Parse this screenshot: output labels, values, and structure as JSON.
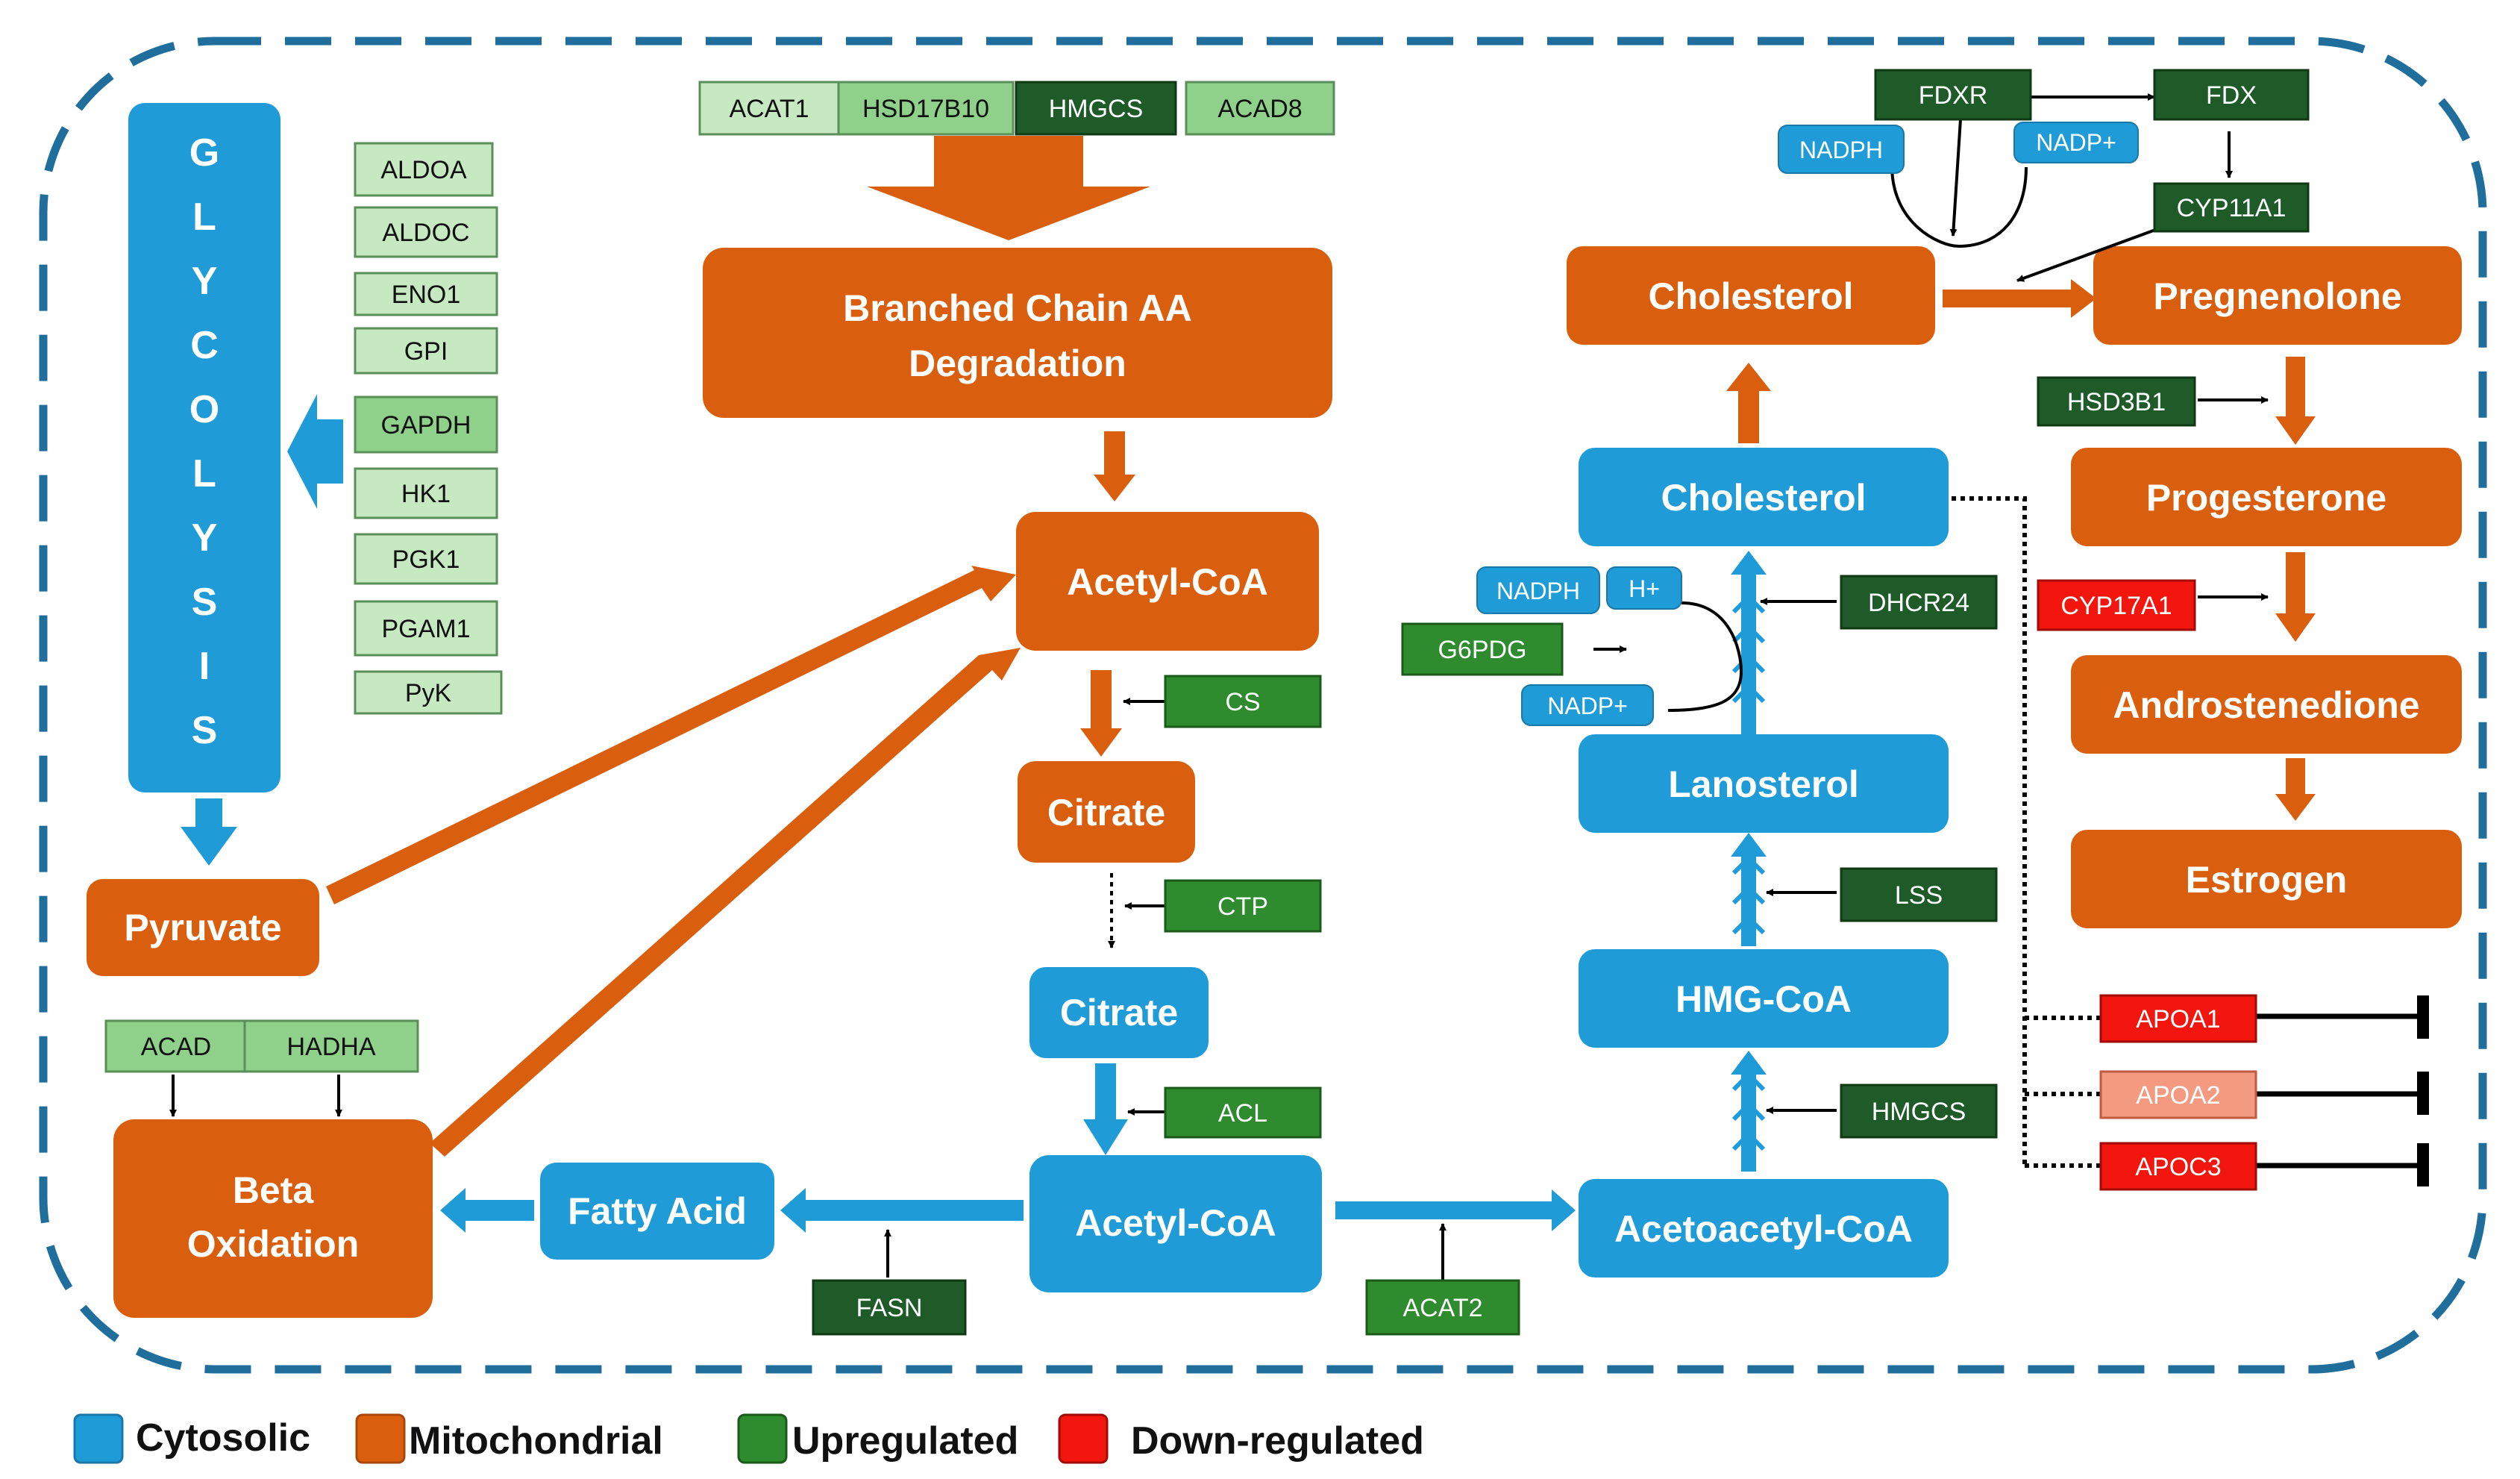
{
  "colors": {
    "cytosolic": "#1f9bd7",
    "mitochondrial": "#d95f0e",
    "enzyme_light": "#c6e9c2",
    "enzyme_mid": "#8fd08a",
    "enzyme_up": "#2e8b2e",
    "enzyme_dark": "#1e5b28",
    "down_strong": "#f2160f",
    "down_mid": "#f25c3a",
    "down_light": "#f49a80",
    "border": "#1f6e9c"
  },
  "glycolysis": {
    "letters": [
      "G",
      "L",
      "Y",
      "C",
      "O",
      "L",
      "Y",
      "S",
      "I",
      "S"
    ]
  },
  "metabolites": {
    "branched": [
      "Branched Chain AA",
      "Degradation"
    ],
    "acetyl_mito": "Acetyl-CoA",
    "citrate_mito": "Citrate",
    "citrate_cyto": "Citrate",
    "acetyl_cyto": "Acetyl-CoA",
    "fatty_acid": "Fatty Acid",
    "beta_oxidation": [
      "Beta",
      "Oxidation"
    ],
    "pyruvate": "Pyruvate",
    "cholesterol_mito": "Cholesterol",
    "pregnenolone": "Pregnenolone",
    "cholesterol_cyto": "Cholesterol",
    "lanosterol": "Lanosterol",
    "hmg_coa": "HMG-CoA",
    "acetoacetyl_coa": "Acetoacetyl-CoA",
    "progesterone": "Progesterone",
    "androstenedione": "Androstenedione",
    "estrogen": "Estrogen"
  },
  "enzymes": {
    "aldoa": "ALDOA",
    "aldoc": "ALDOC",
    "eno1": "ENO1",
    "gpi": "GPI",
    "gapdh": "GAPDH",
    "hk1": "HK1",
    "pgk1": "PGK1",
    "pgam1": "PGAM1",
    "pyk": "PyK",
    "acat1": "ACAT1",
    "hsd17b10": "HSD17B10",
    "hmgcs_top": "HMGCS",
    "acad8": "ACAD8",
    "cs": "CS",
    "ctp": "CTP",
    "acl": "ACL",
    "fasn": "FASN",
    "acat2": "ACAT2",
    "acad": "ACAD",
    "hadha": "HADHA",
    "fdxr": "FDXR",
    "fdx": "FDX",
    "cyp11a1": "CYP11A1",
    "hsd3b1": "HSD3B1",
    "cyp17a1": "CYP17A1",
    "dhcr24": "DHCR24",
    "g6pdg": "G6PDG",
    "lss": "LSS",
    "hmgcs_right": "HMGCS",
    "apoa1": "APOA1",
    "apoa2": "APOA2",
    "apoc3": "APOC3"
  },
  "cofactors": {
    "nadph_top": "NADPH",
    "nadp_top": "NADP+",
    "nadph_mid": "NADPH",
    "h_plus": "H+",
    "nadp_mid": "NADP+"
  },
  "legend": [
    "Cytosolic",
    "Mitochondrial",
    "Upregulated",
    "Down-regulated"
  ]
}
